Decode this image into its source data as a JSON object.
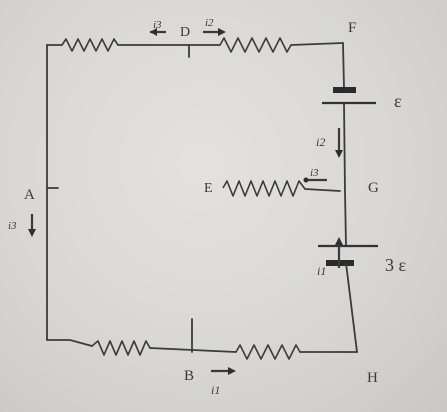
{
  "nodes": {
    "A": "A",
    "B": "B",
    "D": "D",
    "E": "E",
    "F": "F",
    "G": "G",
    "H": "H"
  },
  "sources": {
    "emf_top": "ε",
    "emf_bottom": "3 ε"
  },
  "currents": {
    "i1_bottom": "i1",
    "i1_battery": "i1",
    "i2_top": "i2",
    "i2_branch": "i2",
    "i3_top": "i3",
    "i3_branch": "i3",
    "i3_left": "i3"
  }
}
